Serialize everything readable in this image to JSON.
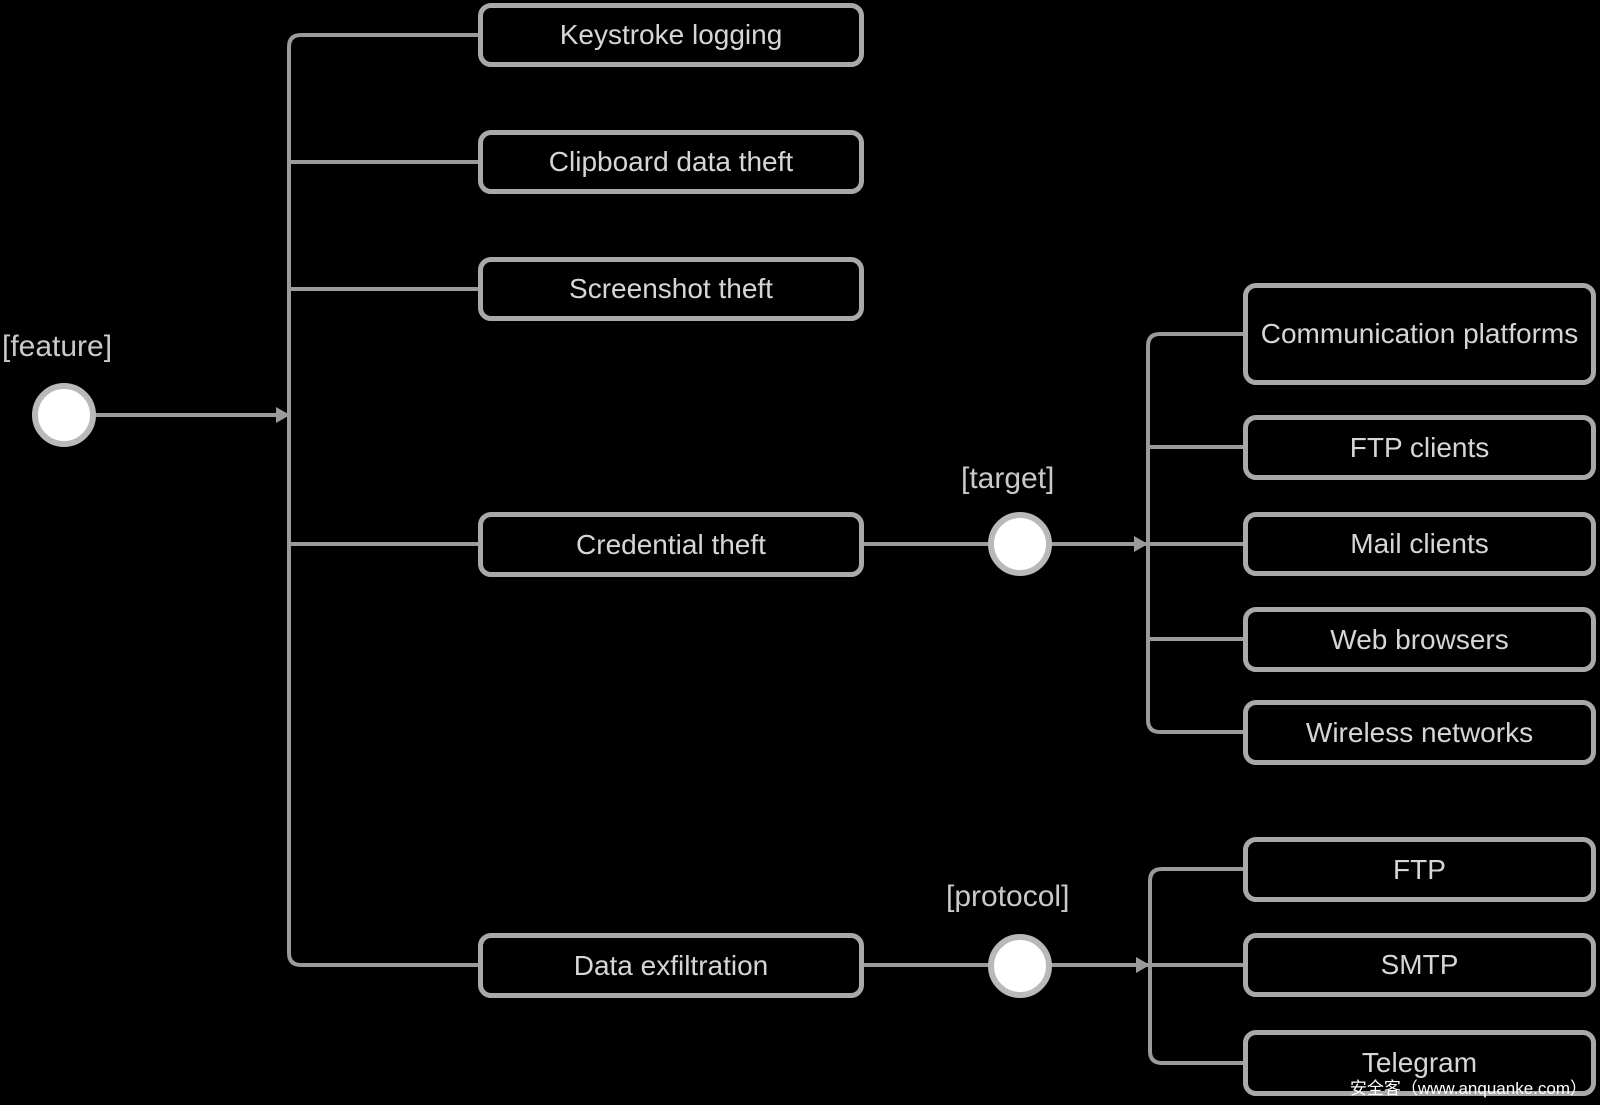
{
  "colors": {
    "background": "#000000",
    "line_color": "#9b9b9b",
    "box_fill": "#000000",
    "box_border": "#a9a9a9",
    "box_text": "#d6d6d6",
    "circle_fill": "#ffffff",
    "circle_border": "#b9b9b9",
    "label_color": "#c9c9c9",
    "watermark_color": "#ffffff"
  },
  "root": {
    "label": "[feature]"
  },
  "features": [
    {
      "label": "Keystroke logging"
    },
    {
      "label": "Clipboard data theft"
    },
    {
      "label": "Screenshot theft"
    },
    {
      "label": "Credential theft"
    },
    {
      "label": "Data exfiltration"
    }
  ],
  "target_group": {
    "label": "[target]",
    "children": [
      {
        "label": "Communication platforms"
      },
      {
        "label": "FTP clients"
      },
      {
        "label": "Mail clients"
      },
      {
        "label": "Web browsers"
      },
      {
        "label": "Wireless networks"
      }
    ]
  },
  "protocol_group": {
    "label": "[protocol]",
    "children": [
      {
        "label": "FTP"
      },
      {
        "label": "SMTP"
      },
      {
        "label": "Telegram"
      }
    ]
  },
  "watermark": "安全客（www.anquanke.com）"
}
